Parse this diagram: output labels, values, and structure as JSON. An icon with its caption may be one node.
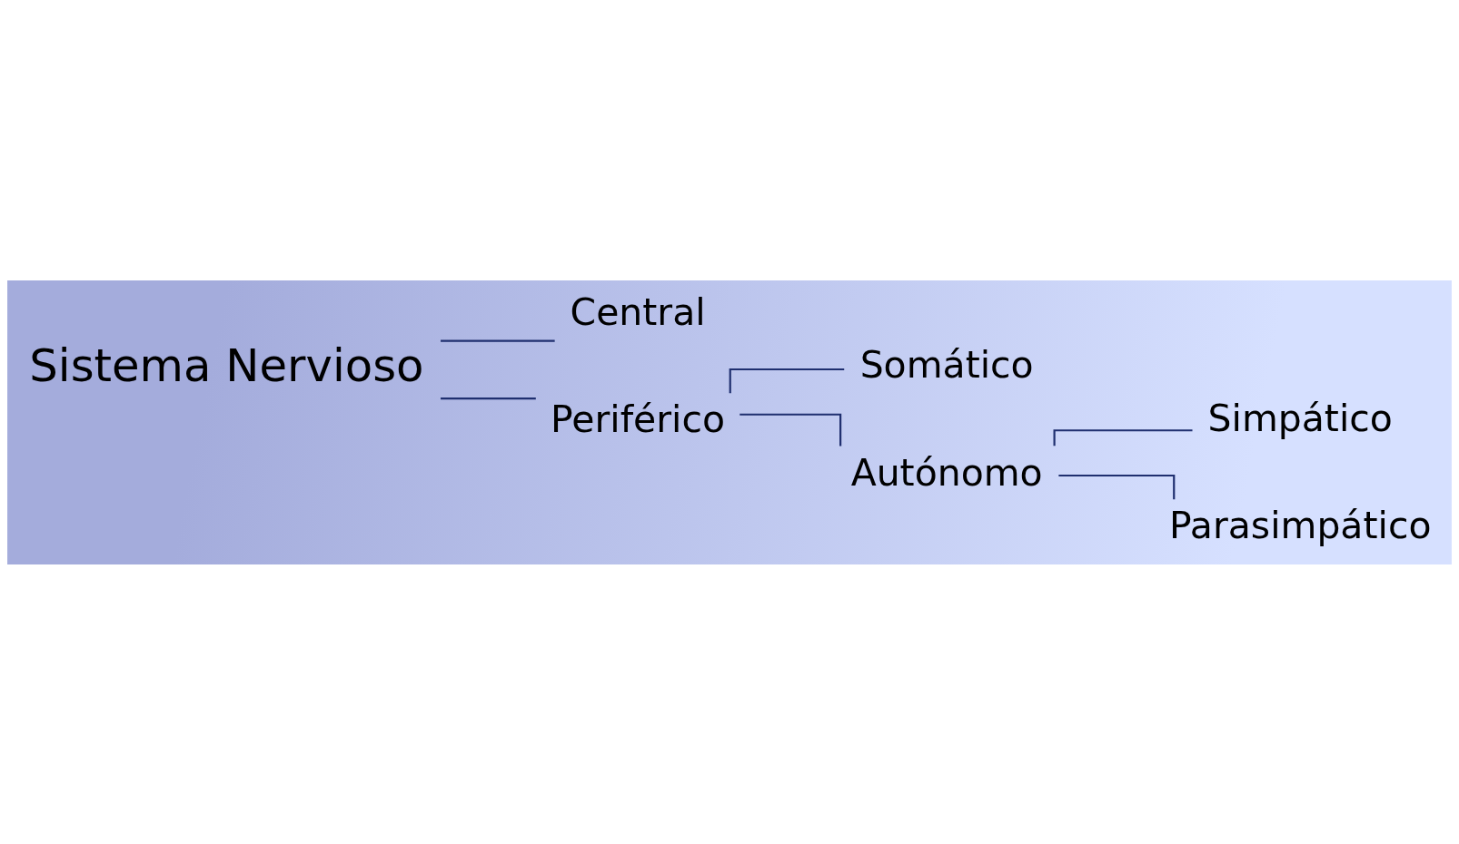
{
  "diagram": {
    "nodes": [
      {
        "text": [
          "Sistema Nervioso"
        ]
      },
      {
        "text": [
          "Central"
        ]
      },
      {
        "text": [
          "Periférico"
        ]
      },
      {
        "text": [
          "Somático"
        ]
      },
      {
        "text": [
          "Autónomo"
        ]
      },
      {
        "text": [
          "Simpático"
        ]
      },
      {
        "text": [
          "Parasimpático"
        ]
      }
    ],
    "edges": [
      {
        "from": 0,
        "to": 1,
        "arrow": "none"
      },
      {
        "from": 0,
        "to": 2,
        "arrow": "none"
      },
      {
        "from": 2,
        "to": 3,
        "arrow": "none"
      },
      {
        "from": 2,
        "to": 4,
        "arrow": "none"
      },
      {
        "from": 4,
        "to": 5,
        "arrow": "none"
      },
      {
        "from": 4,
        "to": 6,
        "arrow": "none"
      }
    ]
  }
}
